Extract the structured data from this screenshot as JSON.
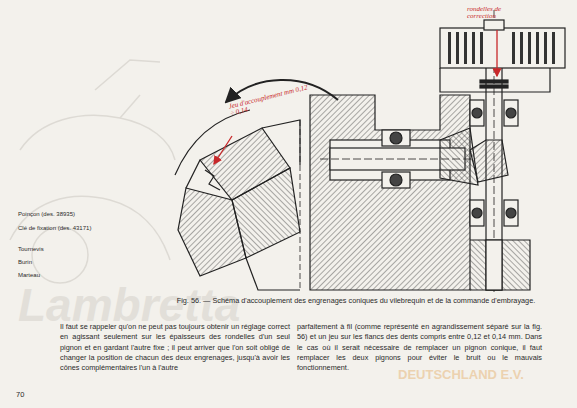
{
  "diagram": {
    "caption": "Fig. 56. — Schéma d'accouplement des engrenages coniques du vilebrequin et de la commande d'embrayage.",
    "labels": [
      "Poinçon (des. 38935)",
      "Clé de fixation (des. 43171)",
      "Tournevis",
      "Burin",
      "Marteau",
      "Jeu d'accouplement mm 0,12 ÷ 0,14",
      "rondelles de correction",
      "Il faut se rappeler qu'on ne peut pas toujours obtenir un réglage correct en agissant seulement sur les épaisseurs des rondelles d'un seul pignon et en gardant l'autre fixe ; il peut arriver que l'on soit obligé de changer la position de chacun des deux engrenages, jusqu'à avoir les cônes complémentaires l'un à l'autre",
      "parfaitement à fil (comme représenté en agrandissement séparé sur la fig. 56) et un jeu sur les flancs des dents compris entre 0,12 et 0,14 mm. Dans le cas où il serait nécessaire de remplacer un pignon conique, il faut remplacer les deux pignons pour éviter le bruit ou le mauvais fonctionnement.",
      "70",
      "Lambretta",
      "DEUTSCHLAND E.V."
    ]
  }
}
